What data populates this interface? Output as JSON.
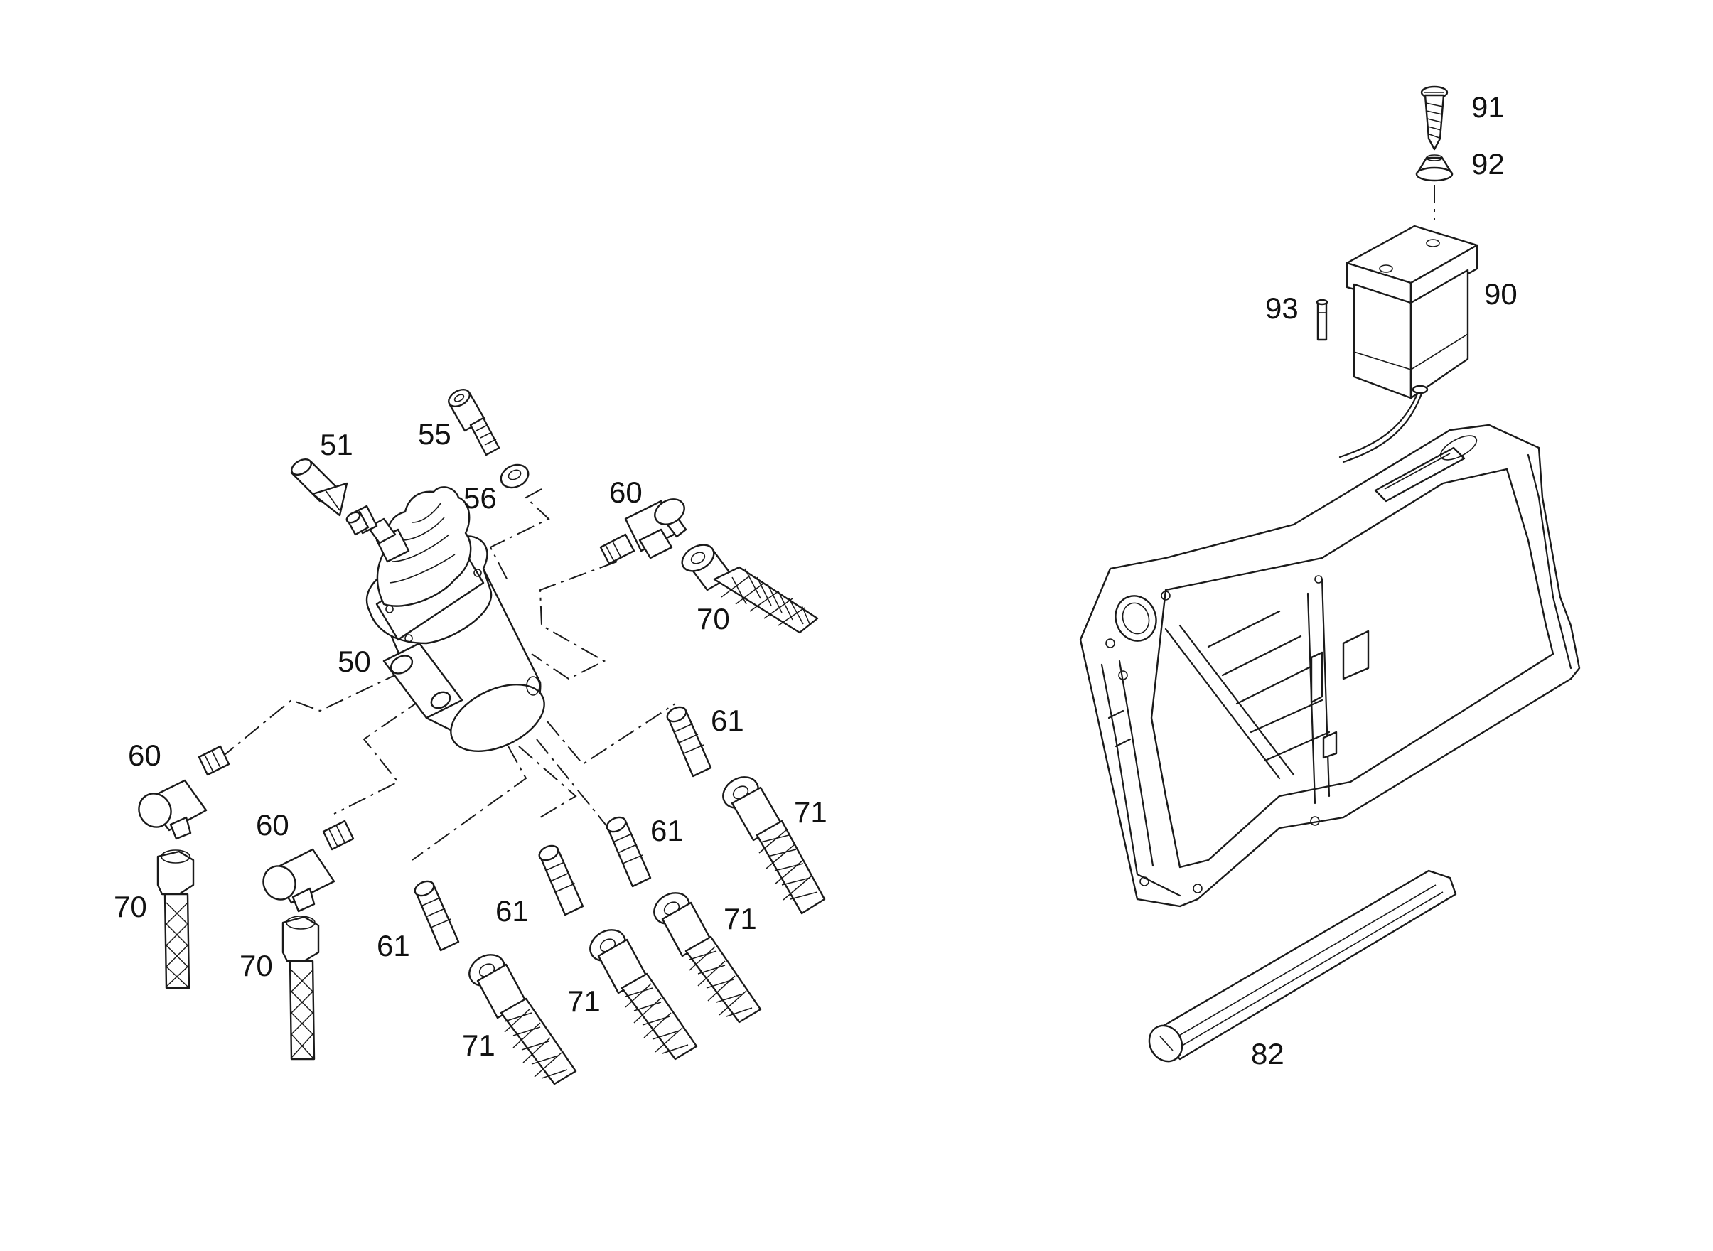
{
  "callouts": {
    "c51": "51",
    "c55": "55",
    "c56": "56",
    "c60_top": "60",
    "c70_top": "70",
    "c50": "50",
    "c60_left": "60",
    "c60_mid": "60",
    "c70_left": "70",
    "c70_mid": "70",
    "c61_a": "61",
    "c71_a": "71",
    "c61_b": "61",
    "c61_c": "61",
    "c61_d": "61",
    "c71_b": "71",
    "c71_c": "71",
    "c71_d": "71",
    "c91": "91",
    "c92": "92",
    "c93": "93",
    "c90": "90",
    "c82": "82"
  },
  "icons": [
    "valve-body",
    "plunger-pin",
    "socket-screw",
    "washer",
    "elbow-fitting",
    "nipple",
    "braided-hose",
    "junction-box",
    "screw",
    "cone-washer",
    "pin",
    "base-frame",
    "rubber-strip"
  ]
}
